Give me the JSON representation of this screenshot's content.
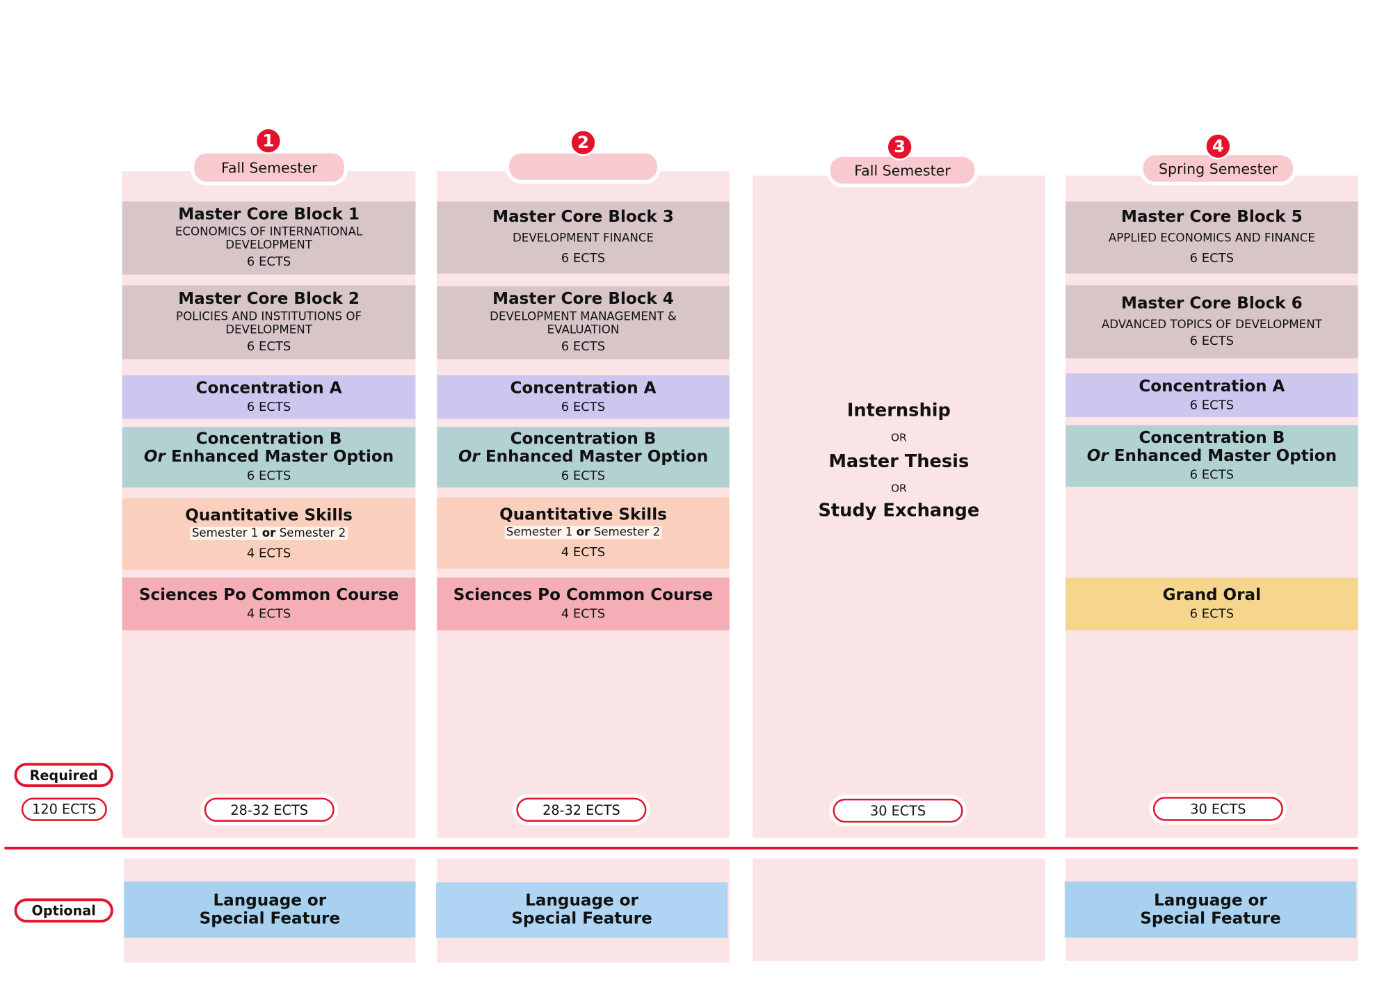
{
  "legend": {
    "required": "Required",
    "total": "120 ECTS",
    "optional": "Optional"
  },
  "colors": {
    "accent": "#e3132c",
    "column_bg": "#fbe4e6",
    "core": "#d8c5c7",
    "concentration_a": "#cdc7ef",
    "concentration_b": "#b2d1d3",
    "quant": "#fbcfbd",
    "common": "#f5aeb5",
    "grand_oral": "#f6d58c",
    "language": "#a8d1f0"
  },
  "semesters": [
    {
      "number": "1",
      "label": "Fall Semester",
      "total": "28-32 ECTS",
      "blocks": [
        {
          "title": "Master Core Block 1",
          "subtitle": "ECONOMICS OF INTERNATIONAL DEVELOPMENT",
          "ects": "6 ECTS"
        },
        {
          "title": "Master Core Block 2",
          "subtitle": "POLICIES AND INSTITUTIONS OF DEVELOPMENT",
          "ects": "6 ECTS"
        },
        {
          "title": "Concentration A",
          "ects": "6 ECTS"
        },
        {
          "title": "Concentration B",
          "or": "Or",
          "title2": "Enhanced Master Option",
          "ects": "6 ECTS"
        },
        {
          "title": "Quantitative Skills",
          "sub_a": "Semester 1",
          "sub_or": "or",
          "sub_b": "Semester 2",
          "ects": "4 ECTS"
        },
        {
          "title": "Sciences Po Common Course",
          "ects": "4 ECTS"
        }
      ],
      "optional": {
        "line1": "Language or",
        "line2": "Special Feature"
      }
    },
    {
      "number": "2",
      "label": "",
      "total": "28-32 ECTS",
      "blocks": [
        {
          "title": "Master Core Block 3",
          "subtitle": "DEVELOPMENT FINANCE",
          "ects": "6 ECTS"
        },
        {
          "title": "Master Core Block 4",
          "subtitle": "DEVELOPMENT MANAGEMENT & EVALUATION",
          "ects": "6 ECTS"
        },
        {
          "title": "Concentration A",
          "ects": "6 ECTS"
        },
        {
          "title": "Concentration B",
          "or": "Or",
          "title2": "Enhanced Master Option",
          "ects": "6 ECTS"
        },
        {
          "title": "Quantitative Skills",
          "sub_a": "Semester 1",
          "sub_or": "or",
          "sub_b": "Semester 2",
          "ects": "4 ECTS"
        },
        {
          "title": "Sciences Po Common Course",
          "ects": "4 ECTS"
        }
      ],
      "optional": {
        "line1": "Language or",
        "line2": "Special Feature"
      }
    },
    {
      "number": "3",
      "label": "Fall Semester",
      "total": "30 ECTS",
      "options": [
        "Internship",
        "OR",
        "Master Thesis",
        "OR",
        "Study Exchange"
      ]
    },
    {
      "number": "4",
      "label": "Spring Semester",
      "total": "30 ECTS",
      "blocks": [
        {
          "title": "Master Core Block 5",
          "subtitle": "APPLIED ECONOMICS AND FINANCE",
          "ects": "6 ECTS"
        },
        {
          "title": "Master Core Block 6",
          "subtitle": "ADVANCED TOPICS OF DEVELOPMENT",
          "ects": "6 ECTS"
        },
        {
          "title": "Concentration A",
          "ects": "6 ECTS"
        },
        {
          "title": "Concentration B",
          "or": "Or",
          "title2": "Enhanced Master Option",
          "ects": "6 ECTS"
        },
        {
          "title": "Grand Oral",
          "ects": "6 ECTS"
        }
      ],
      "optional": {
        "line1": "Language or",
        "line2": "Special Feature"
      }
    }
  ]
}
